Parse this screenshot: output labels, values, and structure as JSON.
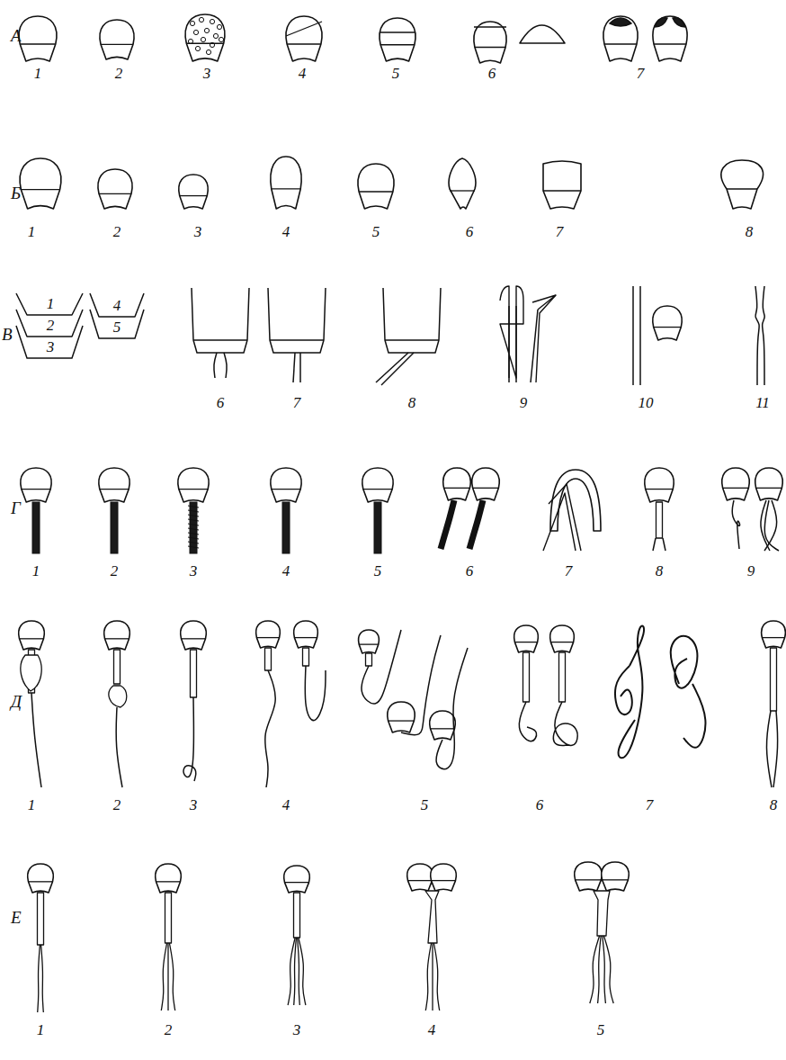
{
  "diagram": {
    "labels": [
      "А",
      "1",
      "2",
      "3",
      "4",
      "5",
      "6",
      "7",
      "Б",
      "1",
      "2",
      "3",
      "4",
      "5",
      "6",
      "7",
      "8",
      "В",
      "1",
      "2",
      "3",
      "4",
      "5",
      "6",
      "7",
      "8",
      "9",
      "10",
      "11",
      "Г",
      "1",
      "2",
      "3",
      "4",
      "5",
      "6",
      "7",
      "8",
      "9",
      "Д",
      "1",
      "2",
      "3",
      "4",
      "5",
      "6",
      "7",
      "8",
      "Е",
      "1",
      "2",
      "3",
      "4",
      "5"
    ]
  }
}
